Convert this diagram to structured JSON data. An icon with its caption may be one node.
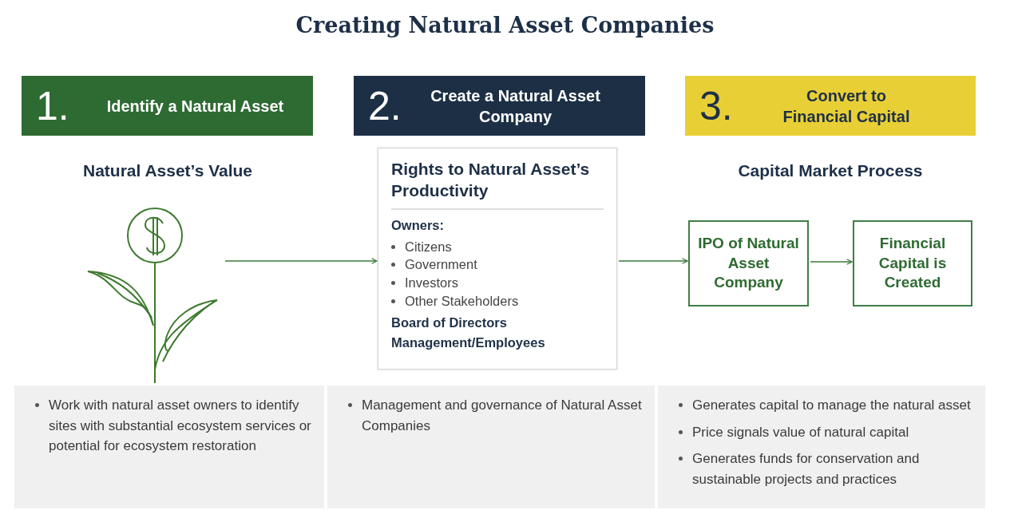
{
  "diagram": {
    "title": "Creating Natural Asset Companies",
    "nodes": [
      {
        "text": [
          "1.",
          "Identify a Natural Asset"
        ]
      },
      {
        "text": [
          "2.",
          "Create a Natural Asset Company"
        ]
      },
      {
        "text": [
          "3.",
          "Convert to Financial Capital"
        ]
      },
      {
        "text": [],
        "shape": "picture"
      },
      {
        "text": [
          "Rights to Natural Asset’s Productivity",
          "Owners:",
          "Citizens",
          "Government",
          "Investors",
          "Other Stakeholders",
          "Board of Directors",
          "Management/Employees"
        ]
      },
      {
        "text": [
          "IPO of Natural Asset Company"
        ]
      },
      {
        "text": [
          "Financial Capital is Created"
        ]
      },
      {
        "text": [
          "Work with natural asset owners to identify sites with substantial ecosystem services or potential for ecosystem restoration"
        ]
      },
      {
        "text": [
          "Management and governance of Natural Asset Companies"
        ]
      },
      {
        "text": [
          "Generates capital to manage the natural asset",
          "Price signals value of natural capital",
          "Generates funds for conservation and sustainable projects and practices"
        ]
      }
    ],
    "edges": [
      {
        "from": 3,
        "to": 4,
        "arrow": "to"
      },
      {
        "from": 4,
        "to": 5,
        "arrow": "to"
      },
      {
        "from": 5,
        "to": 6,
        "arrow": "to"
      }
    ],
    "labels": [
      "Natural Asset’s Value",
      "Capital Market Process"
    ]
  }
}
